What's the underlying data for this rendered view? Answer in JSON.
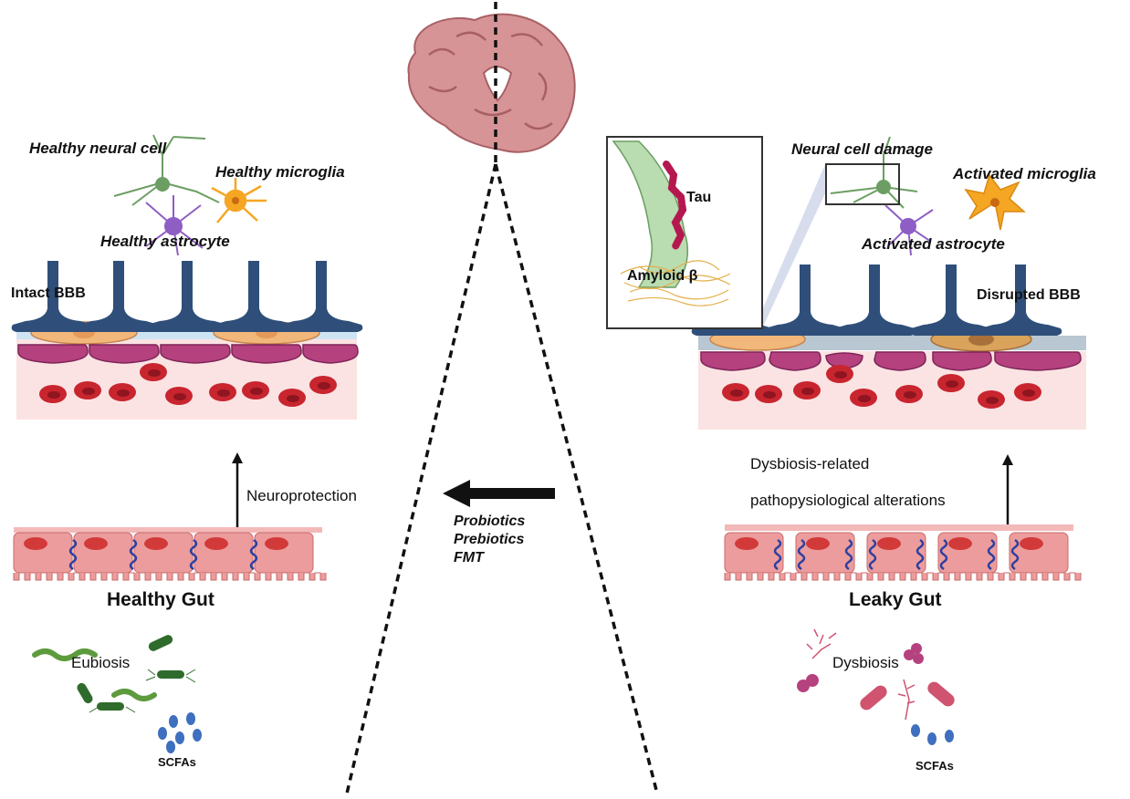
{
  "left": {
    "neural_cell": "Healthy neural cell",
    "microglia": "Healthy microglia",
    "astrocyte": "Healthy astrocyte",
    "bbb": "Intact BBB",
    "effect": "Neuroprotection",
    "gut": "Healthy Gut",
    "microbiota": "Eubiosis",
    "metabolites": "SCFAs"
  },
  "right": {
    "neural_cell": "Neural cell damage",
    "microglia": "Activated microglia",
    "astrocyte": "Activated astrocyte",
    "bbb": "Disrupted BBB",
    "effect_line1": "Dysbiosis-related",
    "effect_line2": "pathopysiological alterations",
    "gut": "Leaky Gut",
    "microbiota": "Dysbiosis",
    "metabolites": "SCFAs",
    "inset_protein1": "Tau",
    "inset_protein2": "Amyloid β"
  },
  "center": {
    "treatments": [
      "Probiotics",
      "Prebiotics",
      "FMT"
    ]
  },
  "colors": {
    "endfoot": "#2f4f7a",
    "pericyte": "#f2b77a",
    "endothelium": "#b5417f",
    "vessel": "#fbe3e3",
    "rbc": "#c8252f",
    "gut": "#ec9c9c",
    "gut_nucleus": "#d23a3a",
    "tight_junction": "#2d3fa0",
    "microglia": "#f5a623",
    "astrocyte": "#8e5ec4",
    "neuron": "#6c9e63",
    "brain": "#d79497",
    "scfa": "#3f6fbf",
    "eubiosis": "#2f6b2a",
    "dysbiosis": "#d05470"
  }
}
